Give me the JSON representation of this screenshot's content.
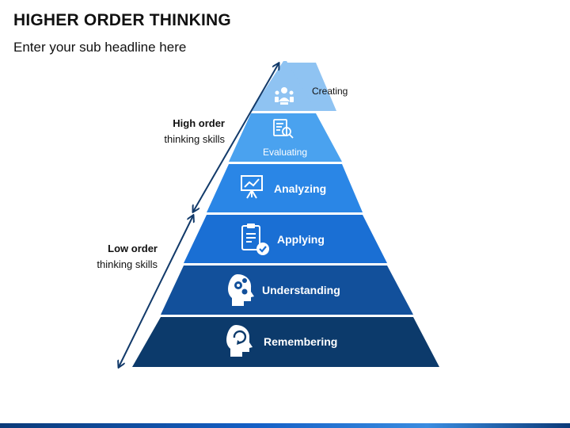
{
  "header": {
    "title": "HIGHER ORDER THINKING",
    "subtitle": "Enter your sub headline here"
  },
  "side_labels": {
    "high": {
      "strong": "High order",
      "light": "thinking skills"
    },
    "low": {
      "strong": "Low order",
      "light": "thinking skills"
    }
  },
  "pyramid": {
    "levels": [
      {
        "label": "Creating",
        "icon": "team-icon",
        "color": "#8fc3f2"
      },
      {
        "label": "Evaluating",
        "icon": "evaluate-icon",
        "color": "#4aa2ef"
      },
      {
        "label": "Analyzing",
        "icon": "chart-board-icon",
        "color": "#2a86e6"
      },
      {
        "label": "Applying",
        "icon": "clipboard-icon",
        "color": "#1a6fd4"
      },
      {
        "label": "Understanding",
        "icon": "head-gears-icon",
        "color": "#12509b"
      },
      {
        "label": "Remembering",
        "icon": "head-memory-icon",
        "color": "#0c3a6b"
      }
    ]
  },
  "colors": {
    "arrow": "#123a6a",
    "bottom_bar": "#1560c6"
  }
}
